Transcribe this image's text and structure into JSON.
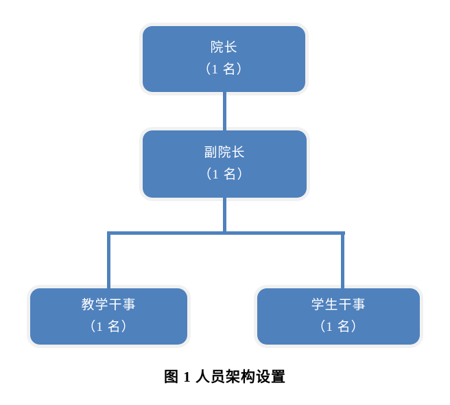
{
  "figure": {
    "caption": "图 1 人员架构设置"
  },
  "colors": {
    "background": "#ffffff",
    "node_fill": "#4f81bd",
    "node_glow": "#f1f1f1",
    "connector": "#4f81bd",
    "node_text": "#ffffff",
    "caption_text": "#000000"
  },
  "org_chart": {
    "type": "hierarchy",
    "nodes": [
      {
        "id": "dean",
        "title": "院长",
        "headcount": "（1 名）"
      },
      {
        "id": "vice_dean",
        "title": "副院长",
        "headcount": "（1 名）"
      },
      {
        "id": "teaching_clerk",
        "title": "教学干事",
        "headcount": "（1 名）"
      },
      {
        "id": "student_clerk",
        "title": "学生干事",
        "headcount": "（1 名）"
      }
    ],
    "edges": [
      {
        "from": "dean",
        "to": "vice_dean"
      },
      {
        "from": "vice_dean",
        "to": "teaching_clerk"
      },
      {
        "from": "vice_dean",
        "to": "student_clerk"
      }
    ]
  }
}
